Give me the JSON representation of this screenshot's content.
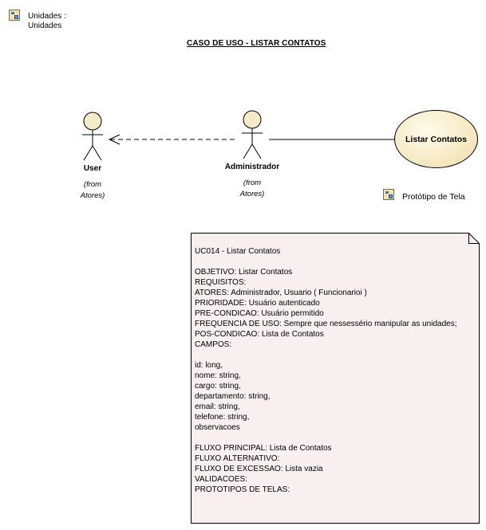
{
  "package": {
    "label_line1": "Unidades :",
    "label_line2": "Unidades"
  },
  "diagram_title": "CASO DE USO - LISTAR CONTATOS",
  "actors": [
    {
      "name": "User",
      "from_line1": "(from",
      "from_line2": "Atores)"
    },
    {
      "name": "Administrador",
      "from_line1": "(from",
      "from_line2": "Atores)"
    }
  ],
  "use_case": {
    "name": "Listar Contatos"
  },
  "prototype": {
    "label": "Protótipo de Tela"
  },
  "note": {
    "lines": [
      "UC014 - Listar Contatos",
      "",
      "OBJETIVO: Listar Contatos",
      "REQUISITOS:",
      "ATORES: Administrador, Usuario ( Funcionarioi )",
      "PRIORIDADE: Usuário autenticado",
      "PRE-CONDICAO: Usuário permitido",
      "FREQUENCIA DE USO: Sempre que nessessério manipular as unidades;",
      "POS-CONDICAO: Lista de Contatos",
      "CAMPOS:",
      "",
      "id: long,",
      "nome: string,",
      "cargo: string,",
      "departamento: string,",
      "email: string,",
      "telefone: string,",
      "observacoes",
      "",
      "FLUXO PRINCIPAL: Lista de Contatos",
      "FLUXO ALTERNATIVO:",
      "FLUXO DE EXCESSAO: Lista vazia",
      "VALIDACOES:",
      "PROTOTIPOS DE TELAS:"
    ]
  },
  "colors": {
    "actor_fill": "#f6ebc8",
    "note_fill": "#f8f0f0",
    "usecase_fill": "#f7ebc7"
  }
}
